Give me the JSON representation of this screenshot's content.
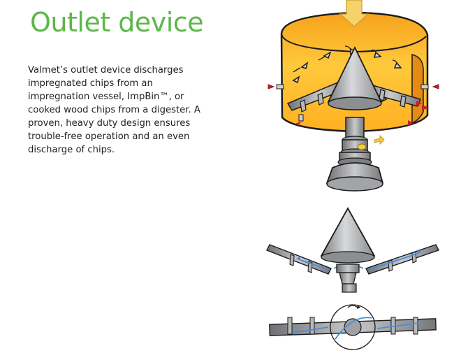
{
  "page": {
    "title": "Outlet device",
    "body": "Valmet’s outlet device discharges impregnated chips from an impregnation vessel, ImpBin™, or cooked wood chips from a digester. A proven, heavy duty design ensures trouble-free operation and an even discharge of chips."
  },
  "colors": {
    "title_green": "#5cb848",
    "vessel_orange": "#f7a21b",
    "vessel_yellow": "#ffd24a",
    "steel_gray": "#a9a9ab",
    "flow_blue": "#4a8fd6",
    "inlet_arrow": "#f6c84a",
    "nozzle_arrow": "#c8202e"
  },
  "illustrations": [
    {
      "name": "outlet-device-vessel-cutaway",
      "icon": "vessel-cutaway-illustration"
    },
    {
      "name": "outlet-device-side-view",
      "icon": "cone-scraper-side-illustration"
    },
    {
      "name": "outlet-device-top-view",
      "icon": "rotating-arm-top-illustration"
    }
  ]
}
